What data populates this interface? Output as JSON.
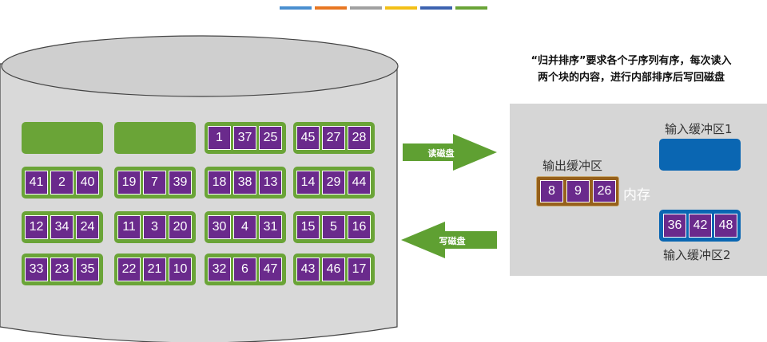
{
  "legend_colors": [
    "#4a8fd0",
    "#e87722",
    "#a0a0a0",
    "#f3c017",
    "#3d63b0",
    "#6aa437"
  ],
  "colors": {
    "disk": "#d9d9d9",
    "disk_top": "#cfcfcf",
    "block": "#6aa437",
    "cell": "#6a2a8c",
    "memory": "#d6d6d6",
    "output_buffer": "#96601b",
    "input_buffer": "#0a66b2"
  },
  "caption": {
    "line1": "“归并排序”要求各个子序列有序，每次读入",
    "line2": "两个块的内容，进行内部排序后写回磁盘"
  },
  "arrows": {
    "read_label": "读磁盘",
    "write_label": "写磁盘"
  },
  "memory": {
    "label": "内存",
    "output_buffer_label": "输出缓冲区",
    "input_buffer1_label": "输入缓冲区1",
    "input_buffer2_label": "输入缓冲区2",
    "output_buffer_values": [
      "8",
      "9",
      "26"
    ],
    "input_buffer1_values": [],
    "input_buffer2_values": [
      "36",
      "42",
      "48"
    ]
  },
  "disk_blocks": [
    [
      [],
      [],
      [
        "1",
        "37",
        "25"
      ],
      [
        "45",
        "27",
        "28"
      ]
    ],
    [
      [
        "41",
        "2",
        "40"
      ],
      [
        "19",
        "7",
        "39"
      ],
      [
        "18",
        "38",
        "13"
      ],
      [
        "14",
        "29",
        "44"
      ]
    ],
    [
      [
        "12",
        "34",
        "24"
      ],
      [
        "11",
        "3",
        "20"
      ],
      [
        "30",
        "4",
        "31"
      ],
      [
        "15",
        "5",
        "16"
      ]
    ],
    [
      [
        "33",
        "23",
        "35"
      ],
      [
        "22",
        "21",
        "10"
      ],
      [
        "32",
        "6",
        "47"
      ],
      [
        "43",
        "46",
        "17"
      ]
    ]
  ]
}
